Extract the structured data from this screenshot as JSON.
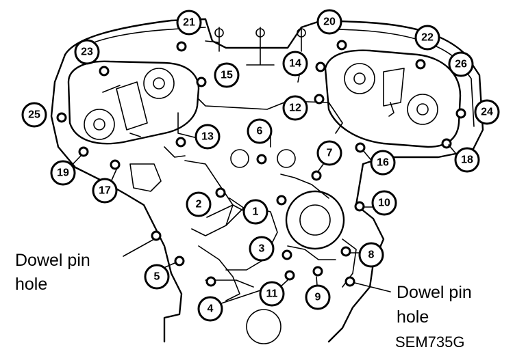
{
  "labels": {
    "dowel_pin_left_line1": "Dowel pin",
    "dowel_pin_left_line2": "hole",
    "dowel_pin_right_line1": "Dowel pin",
    "dowel_pin_right_line2": "hole",
    "figure_code": "SEM735G"
  },
  "bolt_numbers": [
    "1",
    "2",
    "3",
    "4",
    "5",
    "6",
    "7",
    "8",
    "9",
    "10",
    "11",
    "12",
    "13",
    "14",
    "15",
    "16",
    "17",
    "18",
    "19",
    "20",
    "21",
    "22",
    "23",
    "24",
    "25",
    "26"
  ]
}
